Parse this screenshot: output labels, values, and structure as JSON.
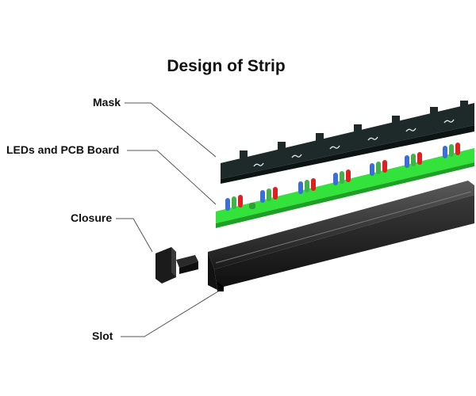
{
  "title": "Design of Strip",
  "labels": {
    "mask": "Mask",
    "leds_pcb": "LEDs and PCB Board",
    "closure": "Closure",
    "slot": "Slot"
  },
  "colors": {
    "mask": "#1e2a2a",
    "pcb": "#33e23a",
    "slot": "#2a2a2a",
    "led_red": "#e02020",
    "led_green": "#3fb34a",
    "led_blue": "#3b6fd6"
  }
}
